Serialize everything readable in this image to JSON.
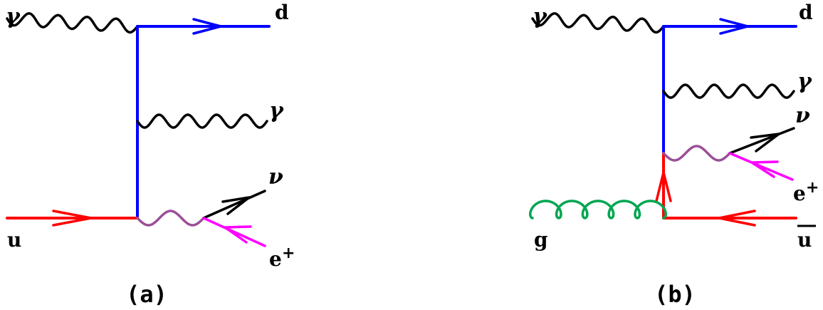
{
  "colors": {
    "photon": "#000000",
    "quark_internal": "#0000ff",
    "quark_external": "#ff0000",
    "w_boson": "#9b4f96",
    "positron": "#ff00ff",
    "neutrino": "#000000",
    "gluon": "#00a651"
  },
  "diagram_a": {
    "caption": "(a)",
    "labels": {
      "photon_in": "γ",
      "quark_out": "d",
      "photon_out": "γ",
      "neutrino": "ν",
      "quark_in": "u",
      "positron_base": "e",
      "positron_charge": "+"
    }
  },
  "diagram_b": {
    "caption": "(b)",
    "labels": {
      "photon_in": "γ",
      "quark_out": "d",
      "photon_out": "γ",
      "neutrino": "ν",
      "positron_base": "e",
      "positron_charge": "+",
      "gluon": "g",
      "antiquark": "u"
    }
  }
}
